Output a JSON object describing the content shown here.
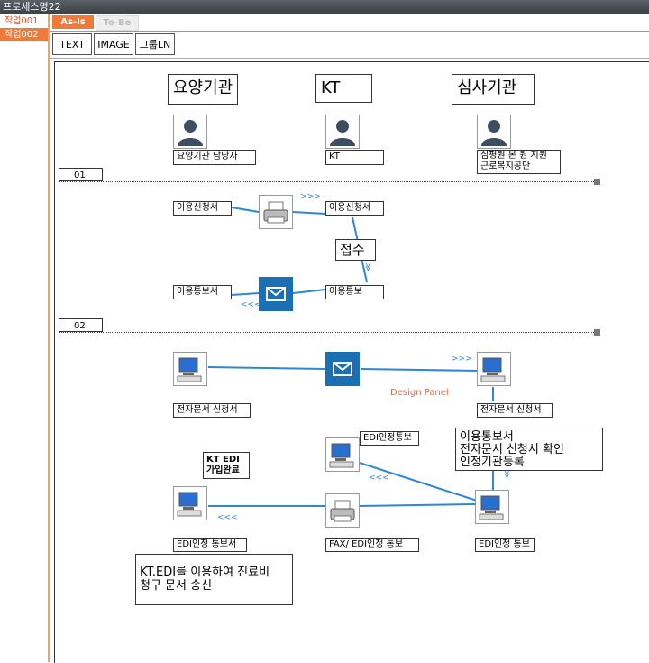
{
  "window": {
    "title": "프로세스명22"
  },
  "sidebar": {
    "items": [
      {
        "label": "작업001",
        "active": false
      },
      {
        "label": "작업002",
        "active": true
      }
    ]
  },
  "tabs": [
    {
      "label": "As-Is",
      "active": true
    },
    {
      "label": "To-Be",
      "active": false
    }
  ],
  "toolbar": {
    "text_label": "TEXT",
    "image_label": "IMAGE",
    "group_label": "그룹LN"
  },
  "lanes": {
    "lane1": "요양기관",
    "lane2": "KT",
    "lane3": "심사기관"
  },
  "actors": {
    "actor1": "요양기관 담당자",
    "actor2": "KT",
    "actor3_line1": "심평원 본 원 지원",
    "actor3_line2": "근로복지공단"
  },
  "sections": {
    "s1": "01",
    "s2": "02"
  },
  "flow1": {
    "apply_left": "이용신청서",
    "apply_right": "이용신청서",
    "receipt": "접수",
    "notice_left": "이용통보서",
    "notice_right": "이용통보",
    "arrow_right": ">>>",
    "arrow_down": "≫",
    "arrow_left": "<<<"
  },
  "flow2": {
    "edoc_left": "전자문서 신청서",
    "edoc_right": "전자문서 신청서",
    "design_panel": "Design Panel",
    "edi_notice_mid": "EDI인정통보",
    "kt_edi_line1": "KT EDI",
    "kt_edi_line2": "가입완료",
    "note_right_line1": "이용통보서",
    "note_right_line2": "전자문서 신청서 확인",
    "note_right_line3": "인정기관등록",
    "edi_notice_left": "EDI인정 통보서",
    "fax_notice": "FAX/ EDI인정 통보",
    "edi_notice_right": "EDI인정 통보",
    "note_bottom_line1": "KT.EDI를 이용하여 진료비",
    "note_bottom_line2": "청구 문서 송신",
    "arrow_right": ">>>",
    "arrow_left": "<<<",
    "arrow_down": "≫"
  },
  "colors": {
    "accent": "#ef7a3a",
    "line": "#2f86d6",
    "mail": "#1d6fb3"
  },
  "icons": {
    "person": "person-icon",
    "printer": "printer-icon",
    "mail": "mail-icon",
    "computer": "computer-icon"
  }
}
